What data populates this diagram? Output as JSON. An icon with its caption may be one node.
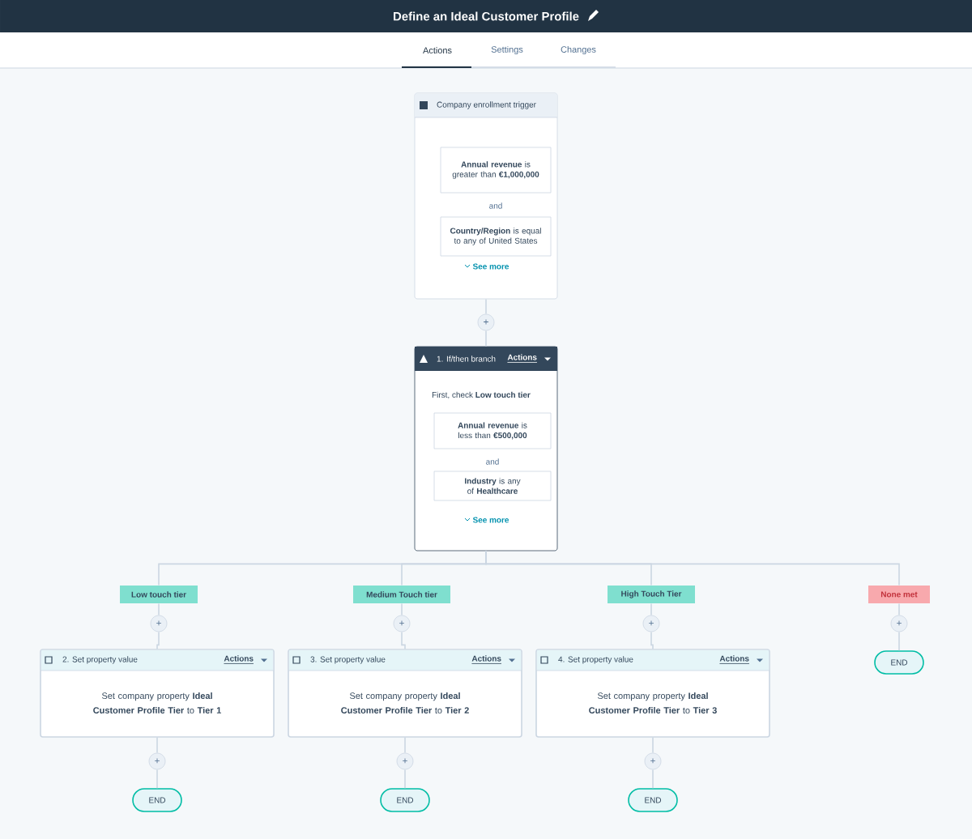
{
  "diagram": {
    "title": "Define an Ideal Customer Profile",
    "nodes": [
      {
        "text": [
          "Company enrollment trigger",
          "and",
          "See more"
        ]
      },
      {
        "text": [
          "**Annual revenue** is greater than **€1,000,000**"
        ],
        "in": 0
      },
      {
        "text": [
          "**Country/Region** is equal to any of United States"
        ],
        "in": 0
      },
      {
        "text": [
          "+"
        ]
      },
      {
        "text": [
          "1. If/then branch",
          "Actions",
          "First, check **Low touch tier**",
          "and",
          "See more"
        ]
      },
      {
        "text": [
          "**Annual revenue** is less than **€500,000**"
        ],
        "in": 4
      },
      {
        "text": [
          "**Industry** is any of **Healthcare**"
        ],
        "in": 4
      },
      {
        "text": [
          "Low touch tier"
        ]
      },
      {
        "text": [
          "Medium Touch tier"
        ]
      },
      {
        "text": [
          "High Touch Tier"
        ]
      },
      {
        "text": [
          "None met"
        ]
      },
      {
        "text": [
          "+"
        ]
      },
      {
        "text": [
          "+"
        ]
      },
      {
        "text": [
          "+"
        ]
      },
      {
        "text": [
          "+"
        ]
      },
      {
        "text": [
          "2. Set property value",
          "Actions",
          "Set company property **Ideal Customer Profile Tier** to **Tier 1**"
        ]
      },
      {
        "text": [
          "3. Set property value",
          "Actions",
          "Set company property **Ideal Customer Profile Tier** to **Tier 2**"
        ]
      },
      {
        "text": [
          "4. Set property value",
          "Actions",
          "Set company property **Ideal Customer Profile Tier** to **Tier 3**"
        ]
      },
      {
        "text": [
          "END"
        ]
      },
      {
        "text": [
          "+"
        ]
      },
      {
        "text": [
          "+"
        ]
      },
      {
        "text": [
          "+"
        ]
      },
      {
        "text": [
          "END"
        ]
      },
      {
        "text": [
          "END"
        ]
      },
      {
        "text": [
          "END"
        ]
      }
    ],
    "edges": [
      {
        "from": 0,
        "to": 3,
        "arrow": "none"
      },
      {
        "from": 3,
        "to": 4,
        "arrow": "none"
      },
      {
        "from": 4,
        "to": 7,
        "arrow": "none"
      },
      {
        "from": 4,
        "to": 8,
        "arrow": "none"
      },
      {
        "from": 4,
        "to": 9,
        "arrow": "none"
      },
      {
        "from": 4,
        "to": 10,
        "arrow": "none"
      },
      {
        "from": 7,
        "to": 11,
        "arrow": "none"
      },
      {
        "from": 8,
        "to": 12,
        "arrow": "none"
      },
      {
        "from": 9,
        "to": 13,
        "arrow": "none"
      },
      {
        "from": 10,
        "to": 14,
        "arrow": "none"
      },
      {
        "from": 11,
        "to": 15,
        "arrow": "none"
      },
      {
        "from": 12,
        "to": 16,
        "arrow": "none"
      },
      {
        "from": 13,
        "to": 17,
        "arrow": "none"
      },
      {
        "from": 14,
        "to": 18,
        "arrow": "none"
      },
      {
        "from": 15,
        "to": 19,
        "arrow": "none"
      },
      {
        "from": 16,
        "to": 20,
        "arrow": "none"
      },
      {
        "from": 17,
        "to": 21,
        "arrow": "none"
      },
      {
        "from": 19,
        "to": 22,
        "arrow": "none"
      },
      {
        "from": 20,
        "to": 23,
        "arrow": "none"
      },
      {
        "from": 21,
        "to": 24,
        "arrow": "none"
      }
    ],
    "labels": [
      "Actions",
      "Settings",
      "Changes"
    ]
  }
}
